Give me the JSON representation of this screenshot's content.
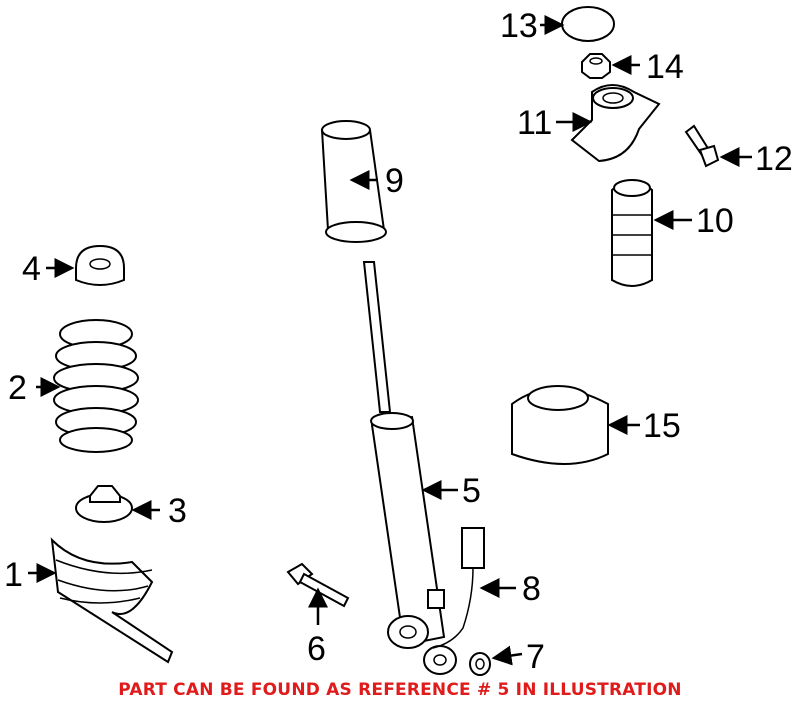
{
  "callouts": {
    "c1": "1",
    "c2": "2",
    "c3": "3",
    "c4": "4",
    "c5": "5",
    "c6": "6",
    "c7": "7",
    "c8": "8",
    "c9": "9",
    "c10": "10",
    "c11": "11",
    "c12": "12",
    "c13": "13",
    "c14": "14",
    "c15": "15"
  },
  "note": "PART CAN BE FOUND AS REFERENCE # 5 IN ILLUSTRATION",
  "colors": {
    "note": "#e01b1b",
    "lines": "#000000"
  }
}
